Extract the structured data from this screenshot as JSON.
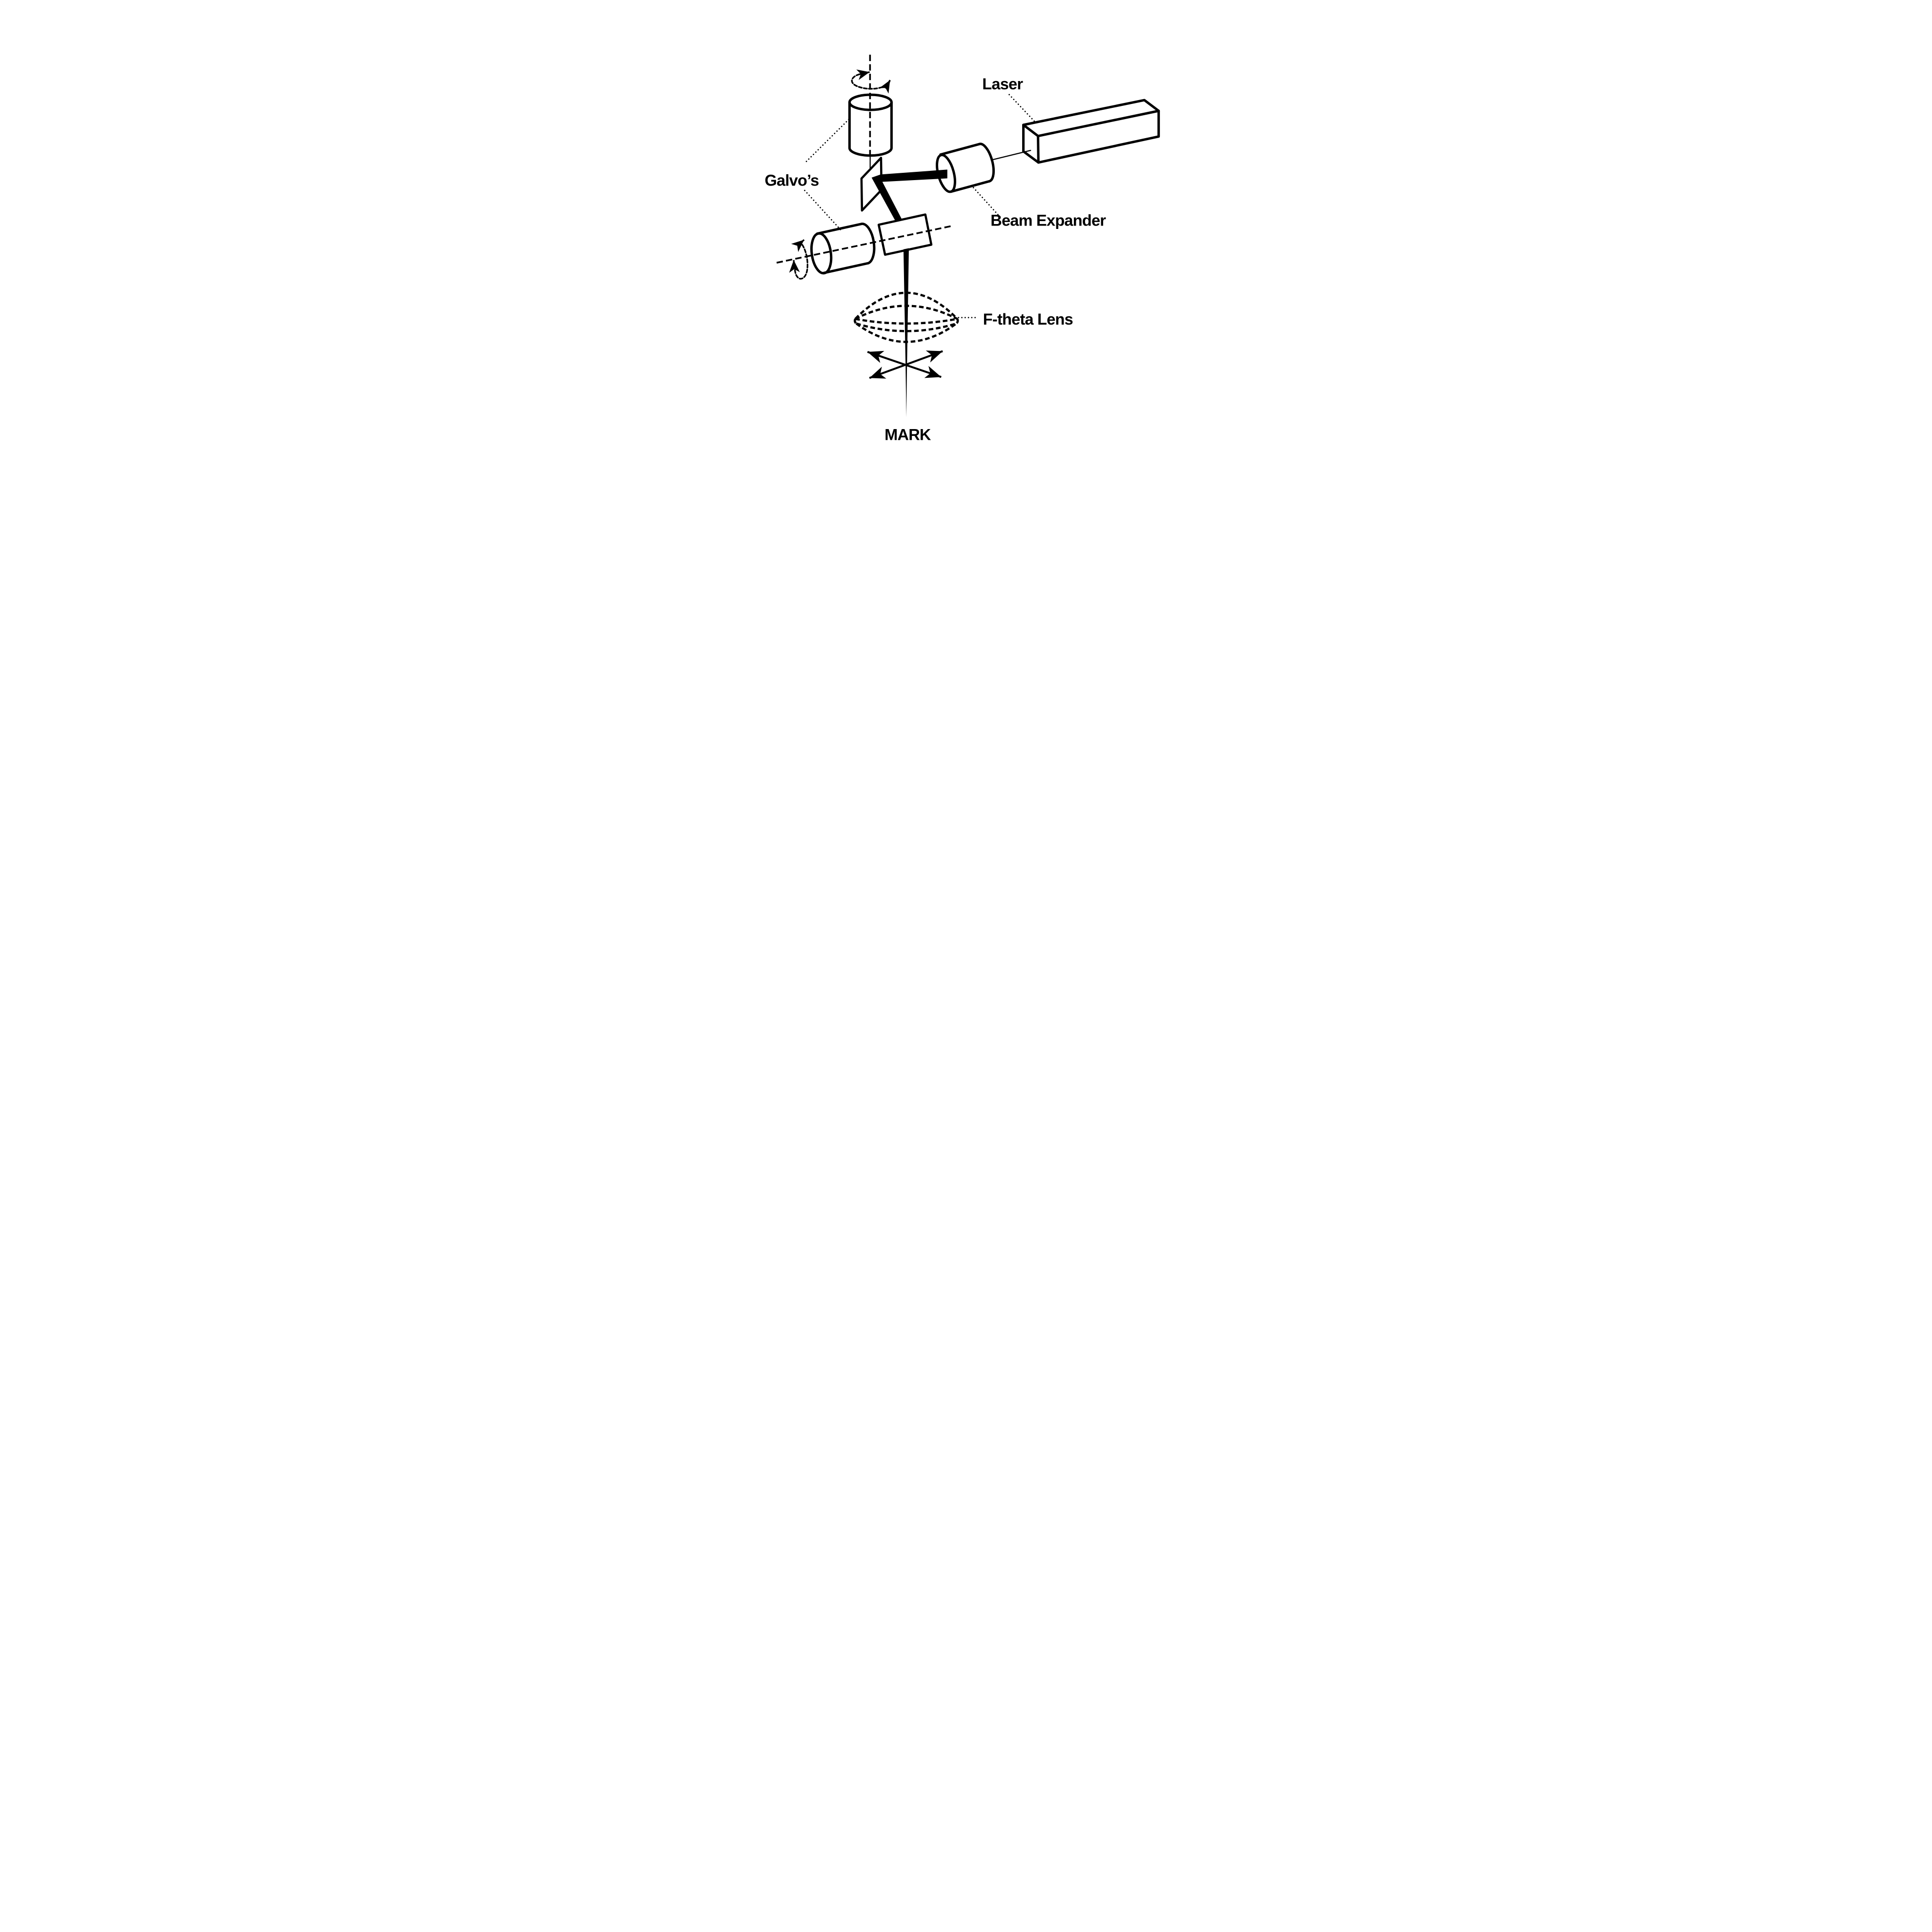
{
  "diagram": {
    "labels": {
      "laser": "Laser",
      "galvos": "Galvo’s",
      "beam_expander": "Beam Expander",
      "f_theta_lens": "F-theta Lens",
      "mark": "MARK"
    },
    "parts": [
      "laser-housing",
      "beam-expander",
      "galvo-motor-vertical",
      "galvo-motor-horizontal",
      "galvo-mirror-upper",
      "galvo-mirror-lower",
      "f-theta-lens",
      "laser-beam-path",
      "scan-direction-arrows",
      "mark-point"
    ],
    "colors": {
      "ink": "#000000",
      "background": "#ffffff"
    }
  }
}
